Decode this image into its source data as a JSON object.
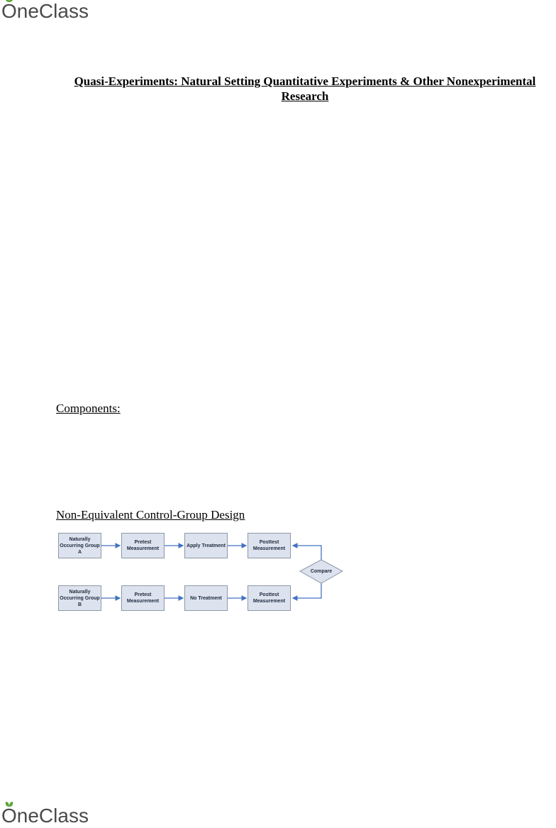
{
  "brand": {
    "name": "OneClass",
    "leaf_color": "#5aa532",
    "text_color": "#4a4a4a"
  },
  "document": {
    "title": "Quasi-Experiments: Natural Setting Quantitative Experiments & Other Nonexperimental Research",
    "sections": [
      {
        "heading": "Components:"
      },
      {
        "heading": "Non-Equivalent Control-Group Design"
      }
    ]
  },
  "diagram": {
    "row_a": [
      "Naturally Occurring Group A",
      "Pretest Measurement",
      "Apply Treatment",
      "Posttest Measurement"
    ],
    "row_b": [
      "Naturally Occurring Group B",
      "Pretest Measurement",
      "No Treatment",
      "Posttest Measurement"
    ],
    "compare": "Compare",
    "box_fill": "#dde3ee",
    "arrow_color": "#4472c4"
  }
}
